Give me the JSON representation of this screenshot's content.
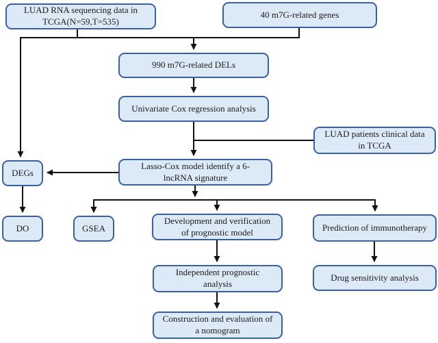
{
  "colors": {
    "background": "#ffffff",
    "box_fill": "#dce9f7",
    "box_border": "#3a5fa7",
    "arrow": "#111111",
    "text": "#1c1c1c"
  },
  "nodes": {
    "luad_rna": {
      "label": "LUAD RNA sequencing data in\nTCGA(N=59,T=535)"
    },
    "m7g_genes": {
      "label": "40 m7G-related genes"
    },
    "dels": {
      "label": "990 m7G-related DELs"
    },
    "univariate": {
      "label": "Univariate Cox regression analysis"
    },
    "clinical": {
      "label": "LUAD patients clinical data\nin TCGA"
    },
    "lasso": {
      "label": "Lasso-Cox model identify a 6-\nlncRNA signature"
    },
    "degs": {
      "label": "DEGs"
    },
    "do": {
      "label": "DO"
    },
    "gsea": {
      "label": "GSEA"
    },
    "development": {
      "label": "Development and verification\nof prognostic model"
    },
    "prediction": {
      "label": "Prediction of immunotherapy"
    },
    "independent": {
      "label": "Independent prognostic\nanalysis"
    },
    "drug": {
      "label": "Drug sensitivity analysis"
    },
    "nomogram": {
      "label": "Construction and evaluation of\na nomogram"
    }
  },
  "edges": [
    {
      "from": "luad_rna",
      "to": "dels"
    },
    {
      "from": "m7g_genes",
      "to": "dels"
    },
    {
      "from": "luad_rna",
      "to": "degs"
    },
    {
      "from": "dels",
      "to": "univariate"
    },
    {
      "from": "univariate",
      "to": "lasso"
    },
    {
      "from": "clinical",
      "to": "lasso"
    },
    {
      "from": "lasso",
      "to": "degs"
    },
    {
      "from": "degs",
      "to": "do"
    },
    {
      "from": "lasso",
      "to": "gsea"
    },
    {
      "from": "lasso",
      "to": "development"
    },
    {
      "from": "lasso",
      "to": "prediction"
    },
    {
      "from": "development",
      "to": "independent"
    },
    {
      "from": "independent",
      "to": "nomogram"
    },
    {
      "from": "prediction",
      "to": "drug"
    }
  ]
}
